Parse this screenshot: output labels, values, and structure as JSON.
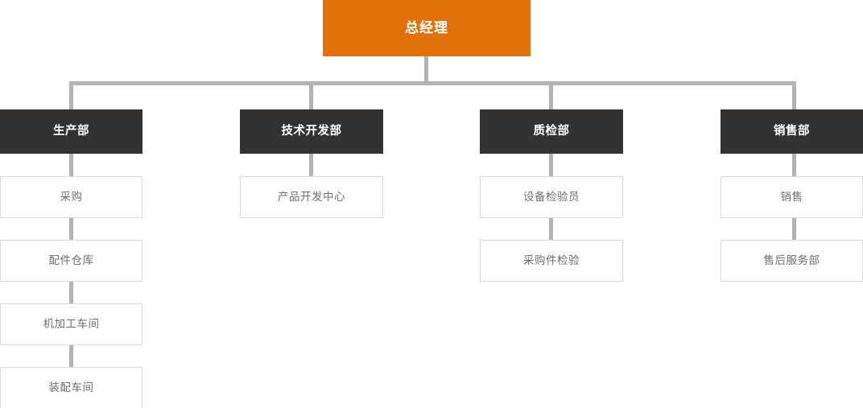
{
  "chart_data": {
    "type": "diagram",
    "diagram_kind": "organization-chart",
    "title": "",
    "orientation": "top-down",
    "colors": {
      "root_fill": "#e3710a",
      "root_text": "#ffffff",
      "department_fill": "#333230",
      "department_text": "#ffffff",
      "sub_fill": "#ffffff",
      "sub_border": "#dcdcdc",
      "sub_text": "#6e6e6e",
      "connector": "#b3b3b3"
    },
    "nodes": {
      "root": {
        "label": "总经理",
        "level": 0
      },
      "departments": [
        {
          "label": "生产部",
          "level": 1,
          "children": [
            {
              "label": "采购",
              "level": 2
            },
            {
              "label": "配件仓库",
              "level": 2
            },
            {
              "label": "机加工车间",
              "level": 2
            },
            {
              "label": "装配车间",
              "level": 2
            }
          ]
        },
        {
          "label": "技术开发部",
          "level": 1,
          "children": [
            {
              "label": "产品开发中心",
              "level": 2
            }
          ]
        },
        {
          "label": "质检部",
          "level": 1,
          "children": [
            {
              "label": "设备检验员",
              "level": 2
            },
            {
              "label": "采购件检验",
              "level": 2
            }
          ]
        },
        {
          "label": "销售部",
          "level": 1,
          "children": [
            {
              "label": "销售",
              "level": 2
            },
            {
              "label": "售后服务部",
              "level": 2
            }
          ]
        }
      ]
    }
  }
}
